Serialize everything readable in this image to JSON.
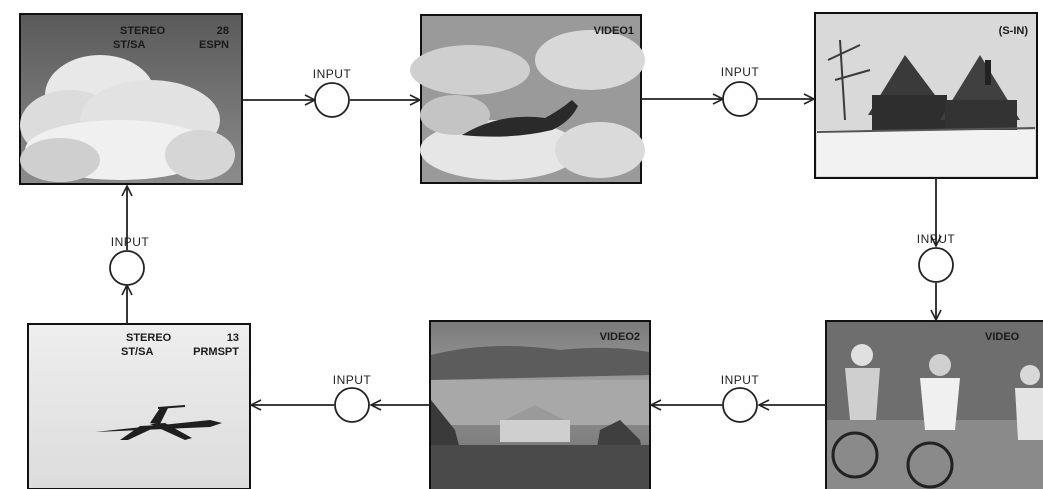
{
  "screens": [
    {
      "id": "cloud-screen",
      "lines": [
        {
          "left": "STEREO",
          "right": "28"
        },
        {
          "left": "ST/SA",
          "right": "ESPN"
        }
      ],
      "picture": "clouds"
    },
    {
      "id": "seal-screen",
      "lines": [
        {
          "left": "",
          "right": "VIDEO1"
        }
      ],
      "picture": "seal-on-clouds"
    },
    {
      "id": "house-screen",
      "lines": [
        {
          "left": "",
          "right": "(S-IN)"
        }
      ],
      "picture": "snowy-house"
    },
    {
      "id": "cyclist-screen",
      "lines": [
        {
          "left": "",
          "right": "VIDEO"
        }
      ],
      "picture": "cyclists"
    },
    {
      "id": "lake-screen",
      "lines": [
        {
          "left": "",
          "right": "VIDEO2"
        }
      ],
      "picture": "lake-town"
    },
    {
      "id": "plane-screen",
      "lines": [
        {
          "left": "STEREO",
          "right": "13"
        },
        {
          "left": "ST/SA",
          "right": "PRMSPT"
        }
      ],
      "picture": "airplane"
    }
  ],
  "input_label": "INPUT",
  "input_count": 6,
  "icons": {
    "input_button": "circle-button-icon",
    "arrow": "arrow-icon"
  },
  "colors": {
    "background": "#ffffff",
    "line": "#222222",
    "screen_frame": "#111111"
  }
}
